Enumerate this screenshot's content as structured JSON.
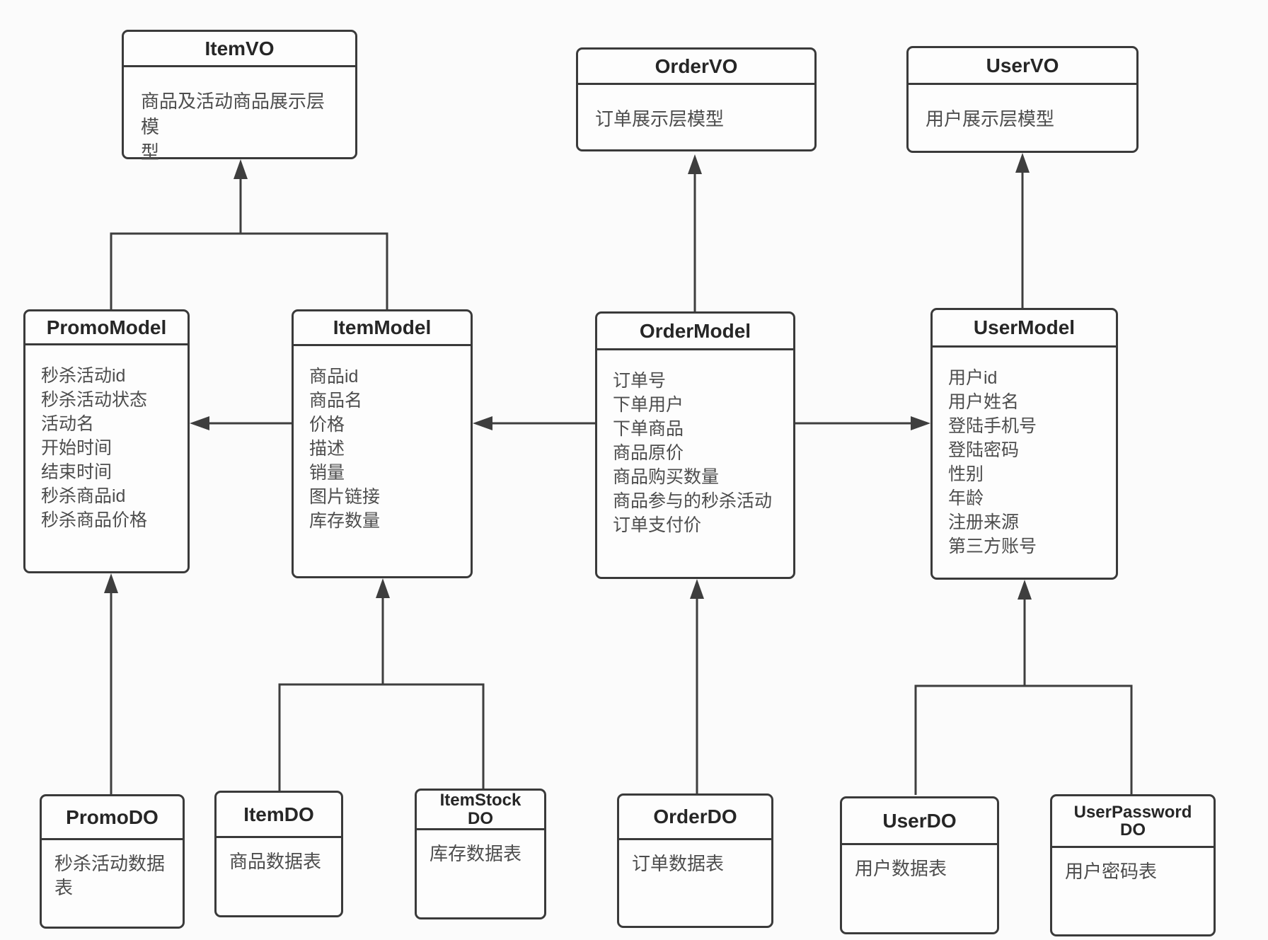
{
  "colors": {
    "background": "#fbfbfb",
    "box_fill": "#fdfdfd",
    "box_border": "#3a3a3a",
    "line": "#3e3e3e",
    "header_text": "#262626",
    "body_text": "#4d4d4d"
  },
  "diagram": {
    "boxes": {
      "item_vo": {
        "title": "ItemVO",
        "body": [
          "商品及活动商品展示层模",
          "型"
        ]
      },
      "order_vo": {
        "title": "OrderVO",
        "body": "订单展示层模型"
      },
      "user_vo": {
        "title": "UserVO",
        "body": "用户展示层模型"
      },
      "promo_model": {
        "title": "PromoModel",
        "fields": [
          "秒杀活动id",
          "秒杀活动状态",
          "活动名",
          "开始时间",
          "结束时间",
          "秒杀商品id",
          "秒杀商品价格"
        ]
      },
      "item_model": {
        "title": "ItemModel",
        "fields": [
          "商品id",
          "商品名",
          "价格",
          "描述",
          "销量",
          "图片链接",
          "库存数量"
        ]
      },
      "order_model": {
        "title": "OrderModel",
        "fields": [
          "订单号",
          "下单用户",
          "下单商品",
          "商品原价",
          "商品购买数量",
          "商品参与的秒杀活动",
          "订单支付价"
        ]
      },
      "user_model": {
        "title": "UserModel",
        "fields": [
          "用户id",
          "用户姓名",
          "登陆手机号",
          "登陆密码",
          "性别",
          "年龄",
          "注册来源",
          "第三方账号"
        ]
      },
      "promo_do": {
        "title": "PromoDO",
        "body": [
          "秒杀活动数据",
          "表"
        ]
      },
      "item_do": {
        "title": "ItemDO",
        "body": "商品数据表"
      },
      "item_stock_do": {
        "title": [
          "ItemStock",
          "DO"
        ],
        "body": "库存数据表"
      },
      "order_do": {
        "title": "OrderDO",
        "body": "订单数据表"
      },
      "user_do": {
        "title": "UserDO",
        "body": "用户数据表"
      },
      "user_password_do": {
        "title": [
          "UserPassword",
          "DO"
        ],
        "body": "用户密码表"
      }
    }
  }
}
